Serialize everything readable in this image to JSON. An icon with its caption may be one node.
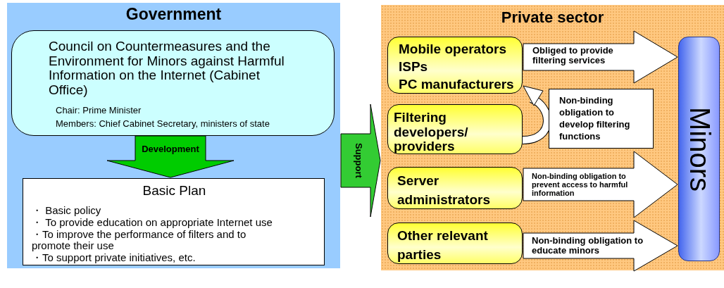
{
  "diagram": {
    "nodes": [
      {
        "text": [
          "Government"
        ]
      },
      {
        "text": [
          "Council on Countermeasures and the Environment for Minors against Harmful Information on the Internet (Cabinet Office)",
          "Chair: Prime Minister",
          "Members: Chief Cabinet Secretary, ministers of state"
        ],
        "in": 0
      },
      {
        "text": [
          "Basic Plan",
          "・ Basic policy",
          "・ To provide education on appropriate Internet use",
          "・To improve the performance of filters and to promote their use",
          "・To support private initiatives, etc."
        ],
        "in": 0
      },
      {
        "text": [
          "Private sector"
        ]
      },
      {
        "text": [
          "Mobile operators",
          "ISPs",
          "PC manufacturers"
        ],
        "in": 3
      },
      {
        "text": [
          "Filtering developers/ providers"
        ],
        "in": 3
      },
      {
        "text": [
          "Server administrators"
        ],
        "in": 3
      },
      {
        "text": [
          "Other relevant parties"
        ],
        "in": 3
      },
      {
        "text": [
          "Minors"
        ],
        "in": 3
      }
    ],
    "edges": [
      {
        "from": 1,
        "to": 2,
        "arrow": "to",
        "label": "Development",
        "color": "#00cc00"
      },
      {
        "from": 0,
        "to": 3,
        "arrow": "to",
        "label": "Support",
        "color": "#33cc33"
      },
      {
        "from": 4,
        "to": 8,
        "arrow": "to",
        "label": "Obliged to provide filtering services"
      },
      {
        "from": 5,
        "to": 4,
        "arrow": "to",
        "label": "Non-binding obligation to develop filtering functions"
      },
      {
        "from": 6,
        "to": 8,
        "arrow": "to",
        "label": "Non-binding obligation to prevent access to harmful information"
      },
      {
        "from": 7,
        "to": 8,
        "arrow": "to",
        "label": "Non-binding obligation to educate minors"
      }
    ]
  }
}
